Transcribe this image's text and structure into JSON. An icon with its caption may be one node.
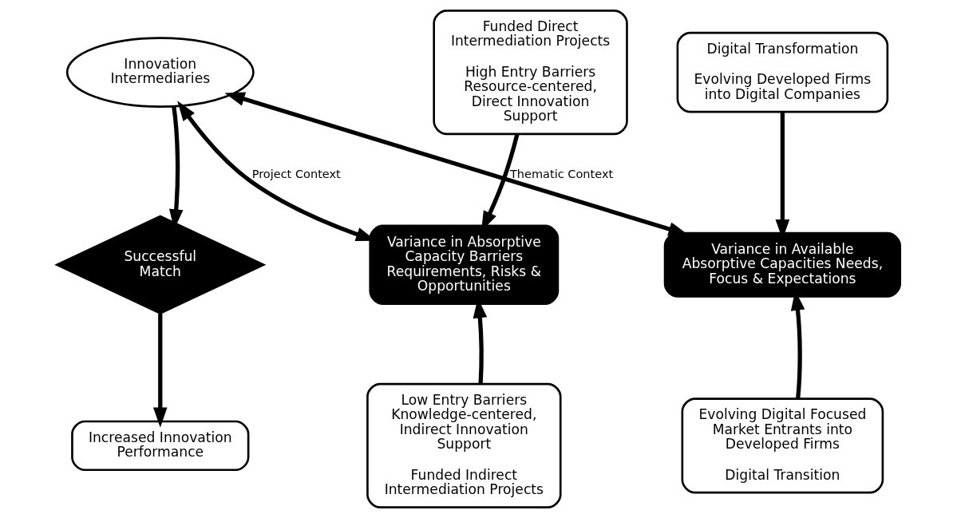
{
  "diagram": {
    "nodes": [
      {
        "text": [
          "Innovation Intermediaries"
        ]
      },
      {
        "text": [
          "Digital Transformation",
          "Evolving Developed Firms into Digital Companies"
        ]
      },
      {
        "text": [
          "Funded Direct Intermediation Projects",
          "High Entry Barriers Resource-centered, Direct Innovation Support"
        ]
      },
      {
        "text": [
          "Variance in Available Absorptive Capacities Needs, Focus & Expectations"
        ]
      },
      {
        "text": [
          "Successful Match"
        ]
      },
      {
        "text": [
          "Variance in Absorptive Capacity Barriers Requirements, Risks & Opportunities"
        ]
      },
      {
        "text": [
          "Evolving Digital Focused Market Entrants into Developed Firms",
          "Digital Transition"
        ]
      },
      {
        "text": [
          "Increased Innovation Performance"
        ]
      },
      {
        "text": [
          "Low Entry Barriers Knowledge-centered, Indirect Innovation Support",
          "Funded Indirect Intermediation Projects"
        ]
      }
    ],
    "edges": [
      {
        "from": 1,
        "to": 3,
        "arrow": "to"
      },
      {
        "from": 2,
        "to": 5,
        "arrow": "to"
      },
      {
        "from": 3,
        "to": 0,
        "arrow": "both",
        "label": "Thematic Context"
      },
      {
        "from": 0,
        "to": 5,
        "arrow": "both",
        "label": "Project Context"
      },
      {
        "from": 0,
        "to": 4,
        "arrow": "to"
      },
      {
        "from": 4,
        "to": 7,
        "arrow": "to"
      },
      {
        "from": 6,
        "to": 3,
        "arrow": "to"
      },
      {
        "from": 8,
        "to": 5,
        "arrow": "to"
      }
    ]
  }
}
